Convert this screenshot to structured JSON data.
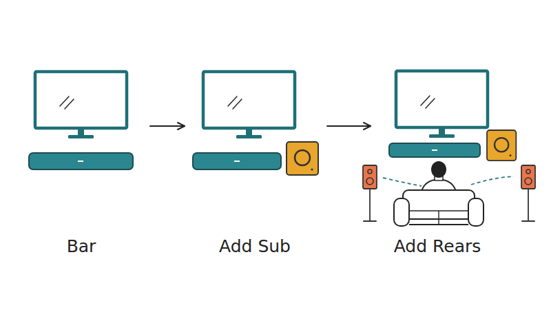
{
  "diagram": {
    "nodes": [
      {
        "text": [
          "Bar"
        ]
      },
      {
        "text": [
          "Add Sub"
        ]
      },
      {
        "text": [
          "Add Rears"
        ]
      }
    ],
    "edges": [
      {
        "from": 0,
        "to": 1,
        "arrow": "to"
      },
      {
        "from": 1,
        "to": 2,
        "arrow": "to"
      }
    ]
  }
}
